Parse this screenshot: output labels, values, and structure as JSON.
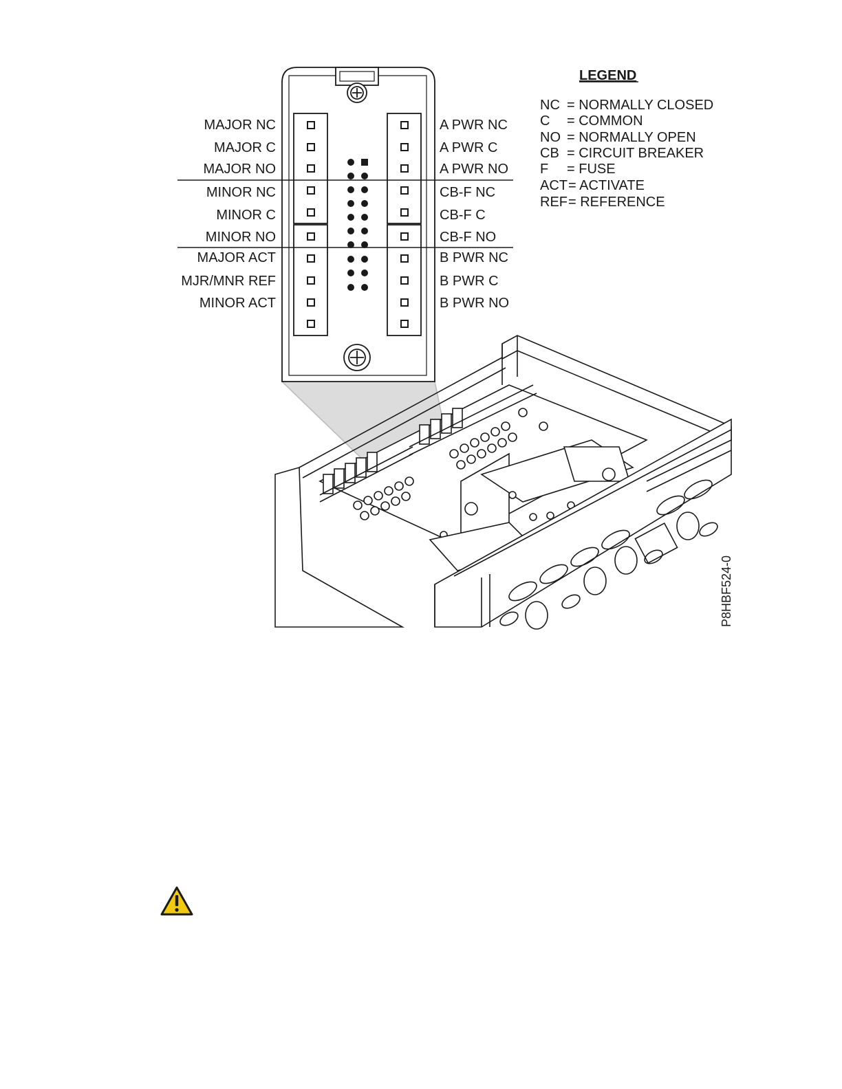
{
  "left_labels": [
    "MAJOR NC",
    "MAJOR C",
    "MAJOR NO",
    "MINOR NC",
    "MINOR C",
    "MINOR NO",
    "MAJOR ACT",
    "MJR/MNR REF",
    "MINOR ACT"
  ],
  "right_labels": [
    "A PWR NC",
    "A PWR C",
    "A PWR NO",
    "CB-F NC",
    "CB-F C",
    "CB-F NO",
    "B PWR NC",
    "B PWR C",
    "B PWR NO"
  ],
  "legend": {
    "title": "LEGEND",
    "items": [
      {
        "abbr": "NC",
        "text": "= NORMALLY CLOSED"
      },
      {
        "abbr": "C",
        "text": "= COMMON"
      },
      {
        "abbr": "NO",
        "text": "= NORMALLY OPEN"
      },
      {
        "abbr": "CB",
        "text": "= CIRCUIT BREAKER"
      },
      {
        "abbr": "F",
        "text": "= FUSE"
      },
      {
        "abbr": "ACT",
        "text": "= ACTIVATE"
      },
      {
        "abbr": "REF",
        "text": "= REFERENCE"
      }
    ]
  },
  "figure_id": "P8HBF524-0",
  "icons": {
    "warning": "warning-triangle-icon"
  },
  "colors": {
    "warning_fill": "#f2c811",
    "line": "#1a1a1a",
    "projection": "#d9d9d9"
  }
}
